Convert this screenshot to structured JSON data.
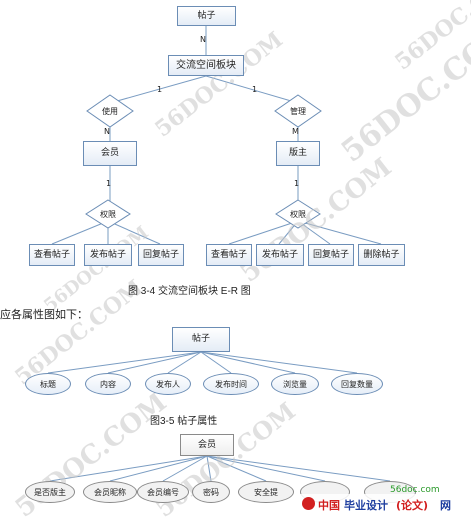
{
  "diagram1": {
    "top_entity": "帖子",
    "rel_top": "N",
    "center_entity": "交流空间板块",
    "left_rel_label_1": "1",
    "right_rel_label_1": "1",
    "left_relationship": "使用",
    "right_relationship": "管理",
    "left_card": "N",
    "right_card": "M",
    "left_entity": "会员",
    "right_entity": "版主",
    "left_card2": "1",
    "right_card2": "1",
    "left_perm": "权限",
    "right_perm": "权限",
    "left_children": [
      "查看帖子",
      "发布帖子",
      "回复帖子"
    ],
    "right_children": [
      "查看帖子",
      "发布帖子",
      "回复帖子",
      "删除帖子"
    ],
    "caption": "图 3-4   交流空间板块 E-R 图"
  },
  "text_line": "应各属性图如下：",
  "diagram2": {
    "entity": "帖子",
    "attributes": [
      "标题",
      "内容",
      "发布人",
      "发布时间",
      "浏览量",
      "回复数量"
    ],
    "caption": "图3-5   帖子属性"
  },
  "diagram3": {
    "entity": "会员",
    "attributes": [
      "是否版主",
      "会员昵称",
      "会员编号",
      "密码",
      "安全提",
      "",
      ""
    ]
  },
  "watermark_text": "56DOC.COM",
  "footer_brand": {
    "site": "56doc.com",
    "name_1": "中国",
    "name_2": "毕业设计",
    "name_3": "(论文)",
    "name_4": "网",
    "colors": {
      "red": "#d21f1f",
      "blue": "#1f3fa0",
      "green": "#2a9a2a"
    }
  }
}
